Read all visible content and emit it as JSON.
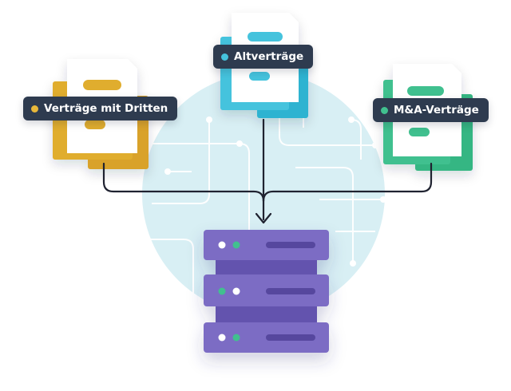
{
  "labels": {
    "third_party": "Verträge mit Dritten",
    "legacy": "Altverträge",
    "mna": "M&A-Verträge"
  },
  "colors": {
    "yellow": "#e0ad2e",
    "blue": "#45c3dd",
    "green": "#41c08f",
    "server": "#7b6cc4",
    "circle": "#d8eff4",
    "label_bg": "#2e3b4f",
    "line": "#1f2230"
  },
  "icons": [
    "document-icon",
    "server-icon",
    "arrow-down-icon",
    "status-dot-icon"
  ]
}
